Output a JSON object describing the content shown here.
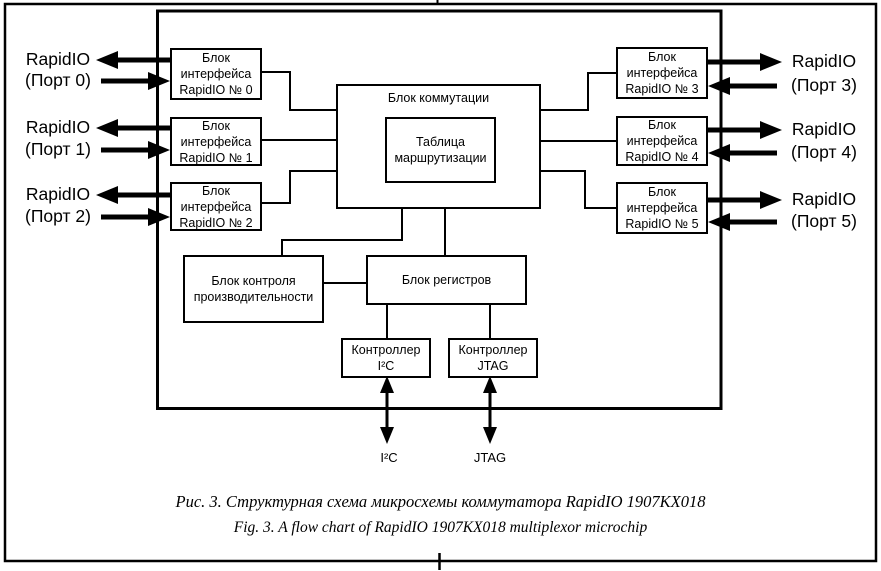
{
  "colors": {
    "line": "#000000",
    "background": "#ffffff"
  },
  "ports_left": [
    {
      "name": "RapidIO",
      "port": "(Порт 0)",
      "block": "Блок\nинтерфейса\nRapidIO № 0"
    },
    {
      "name": "RapidIO",
      "port": "(Порт 1)",
      "block": "Блок\nинтерфейса\nRapidIO № 1"
    },
    {
      "name": "RapidIO",
      "port": "(Порт 2)",
      "block": "Блок\nинтерфейса\nRapidIO № 2"
    }
  ],
  "ports_right": [
    {
      "name": "RapidIO",
      "port": "(Порт 3)",
      "block": "Блок\nинтерфейса\nRapidIO № 3"
    },
    {
      "name": "RapidIO",
      "port": "(Порт 4)",
      "block": "Блок\nинтерфейса\nRapidIO № 4"
    },
    {
      "name": "RapidIO",
      "port": "(Порт 5)",
      "block": "Блок\nинтерфейса\nRapidIO № 5"
    }
  ],
  "switching_block": {
    "title": "Блок коммутации",
    "routing_table": "Таблица\nмаршрутизации"
  },
  "performance_block": "Блок контроля\nпроизводительности",
  "registers_block": "Блок регистров",
  "i2c_controller": "Контроллер\nI²C",
  "jtag_controller": "Контроллер\nJTAG",
  "external_interfaces": {
    "i2c": "I²C",
    "jtag": "JTAG"
  },
  "captions": {
    "ru": "Рис. 3. Структурная схема микросхемы коммутатора RapidIO 1907КХ018",
    "en": "Fig. 3. A flow chart of RapidIO 1907КХ018 multiplexor microchip"
  }
}
